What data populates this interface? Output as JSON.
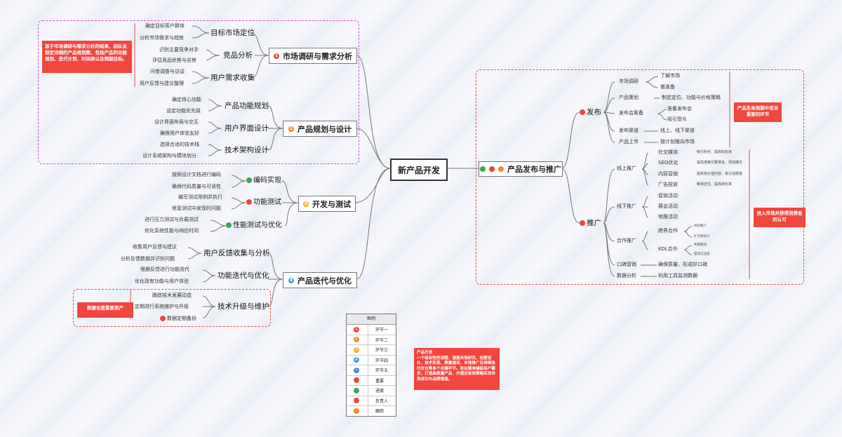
{
  "root": "新产品开发",
  "branches": {
    "b1": {
      "title": "市场调研与需求分析",
      "children": [
        {
          "label": "目标市场定位",
          "leaves": [
            "确定目标客户群体",
            "分析市场需求与趋势"
          ]
        },
        {
          "label": "竞品分析",
          "leaves": [
            "识别主要竞争对手",
            "评估竞品优势与劣势"
          ]
        },
        {
          "label": "用户需求收集",
          "leaves": [
            "问卷调查与访谈",
            "用户反馈与建议整理"
          ]
        }
      ]
    },
    "b2": {
      "title": "产品规划与设计",
      "children": [
        {
          "label": "产品功能规划",
          "leaves": [
            "确定核心功能",
            "设定功能优先级"
          ]
        },
        {
          "label": "用户界面设计",
          "leaves": [
            "设计界面布局与交互",
            "确保用户体验友好"
          ]
        },
        {
          "label": "技术架构设计",
          "leaves": [
            "选择合适的技术栈",
            "设计系统架构与模块划分"
          ]
        }
      ]
    },
    "b3": {
      "title": "开发与测试",
      "children": [
        {
          "label": "编码实现",
          "leaves": [
            "按照设计文档进行编码",
            "确保代码质量与可读性"
          ]
        },
        {
          "label": "功能测试",
          "leaves": [
            "编写测试用例并执行",
            "修复测试中发现的问题"
          ]
        },
        {
          "label": "性能测试与优化",
          "leaves": [
            "进行压力测试与负载测试",
            "优化系统性能与响应时间"
          ]
        }
      ]
    },
    "b4": {
      "title": "产品迭代与优化",
      "children": [
        {
          "label": "用户反馈收集与分析",
          "leaves": [
            "收集用户反馈与建议",
            "分析反馈数据并识别问题"
          ]
        },
        {
          "label": "功能迭代与优化",
          "leaves": [
            "根据反馈进行功能迭代",
            "优化现有功能与用户体验"
          ]
        },
        {
          "label": "技术升级与维护",
          "leaves": [
            "跟踪技术发展动态",
            "定期进行系统维护与升级",
            "数据定期备份"
          ]
        }
      ]
    },
    "b5": {
      "title": "产品发布与推广",
      "publish": {
        "label": "发布",
        "items": [
          {
            "label": "市场调研",
            "leaves": [
              "了解市场",
              "做准备"
            ]
          },
          {
            "label": "产品策划",
            "leaves": [
              "制定定位、功能与价格策略"
            ]
          },
          {
            "label": "发布会筹备",
            "leaves": [
              "准备发布会",
              "吸引受众"
            ]
          },
          {
            "label": "发布渠道",
            "leaves": [
              "线上、线下渠道"
            ]
          },
          {
            "label": "产品上市",
            "leaves": [
              "按计划推向市场"
            ]
          }
        ]
      },
      "promote": {
        "label": "推广",
        "groups": [
          {
            "label": "线上推广",
            "items": [
              {
                "label": "社交媒体",
                "leaf": "吸引粉丝、提高知名度"
              },
              {
                "label": "SEO优化",
                "leaf": "提高搜索引擎排名、增加曝光"
              },
              {
                "label": "内容营销",
                "leaf": "提供有价值内容，吸引消费者"
              },
              {
                "label": "广告投放",
                "leaf": "精准定位、提高转化率"
              }
            ]
          },
          {
            "label": "线下推广",
            "items": [
              {
                "label": "促销活动"
              },
              {
                "label": "展会活动"
              },
              {
                "label": "地推活动"
              }
            ]
          },
          {
            "label": "合作推广",
            "items": [
              {
                "label": "跨界合作",
                "leaves": [
                  "共同客户",
                  "扩大影响力"
                ]
              },
              {
                "label": "KOL合作",
                "leaves": [
                  "利用影响",
                  "提高信任度"
                ]
              }
            ]
          },
          {
            "label": "口碑营销",
            "leaf": "确保质量，形成好口碑"
          },
          {
            "label": "数据分析",
            "leaf": "利用工具监测数据"
          }
        ]
      }
    }
  },
  "notes": {
    "n1": "基于市场调研与需求分析的结果，团队会制定详细的产品规划图，包括产品的功能规划、迭代计划、时间表以及预期目标。",
    "n2": "产品生命周期中至关重要的环节",
    "n3": "进入市场并获得消费者的认可",
    "n4": "数据也是重要资产",
    "n5": "产品开发\n一个综合性的流程，涵盖市场研究、创意设计、技术实现、质量测试、市场推广及持续迭代优化等多个关键环节。旨在精准捕捉用户需求，打造高质量产品，并通过有效策略实现市场成功与品牌增值。"
  },
  "legend": {
    "title": "图例",
    "rows": [
      {
        "icon": "1",
        "label": "环节一",
        "color": "#e64a3b"
      },
      {
        "icon": "2",
        "label": "环节二",
        "color": "#f08a2a"
      },
      {
        "icon": "3",
        "label": "环节三",
        "color": "#f4b12a"
      },
      {
        "icon": "4",
        "label": "环节四",
        "color": "#42a4d9"
      },
      {
        "icon": "5",
        "label": "环节五",
        "color": "#3b7fd6"
      },
      {
        "icon": "important-flag-icon",
        "label": "重要",
        "color": "#e64a3b"
      },
      {
        "icon": "progress-pie-icon",
        "label": "进度",
        "color": "#3aa655"
      },
      {
        "icon": "person-icon",
        "label": "负责人",
        "color": "#e64a3b"
      },
      {
        "icon": "person-icon",
        "label": "跟踪",
        "color": "#f08a2a"
      }
    ]
  },
  "colors": {
    "note_red": "#f0463e",
    "dash_pink": "#d94fd2",
    "dash_red": "#e05050",
    "wire": "#777777"
  }
}
